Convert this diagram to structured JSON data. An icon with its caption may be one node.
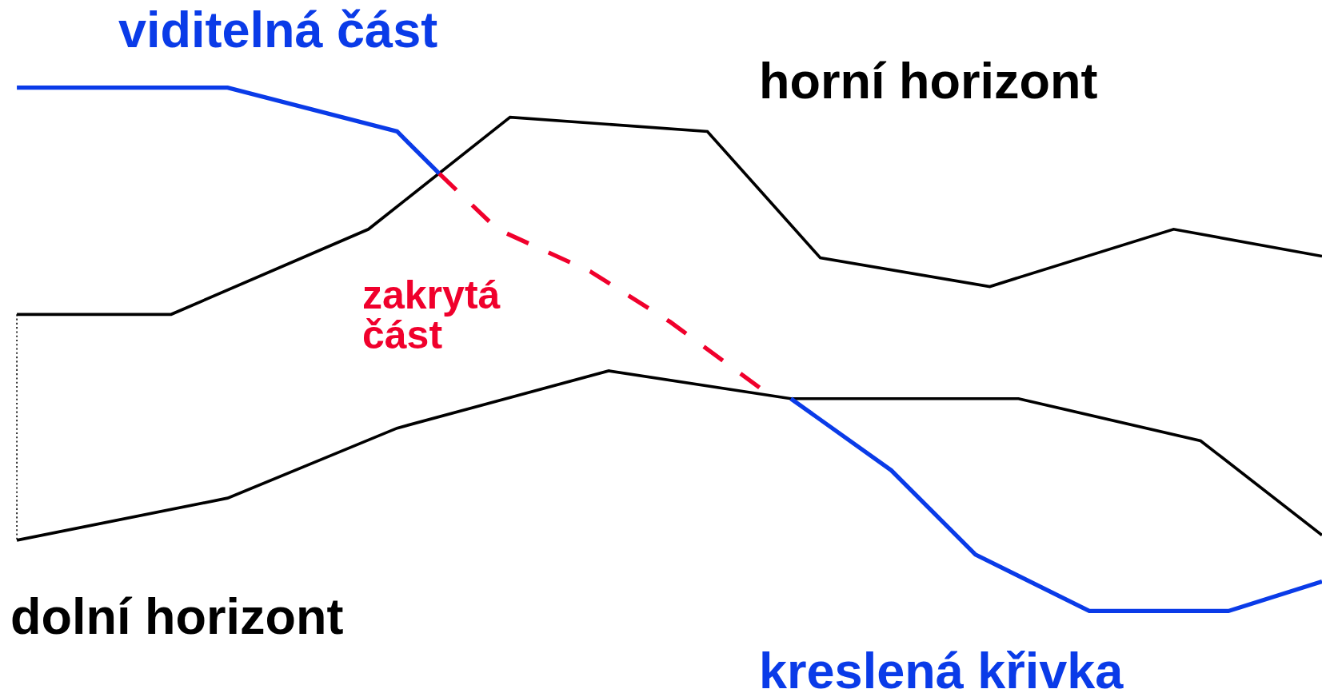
{
  "diagram": {
    "labels": [
      "viditelná část",
      "horní horizont",
      "zakrytá část",
      "dolní horizont",
      "kreslená křivka"
    ]
  }
}
